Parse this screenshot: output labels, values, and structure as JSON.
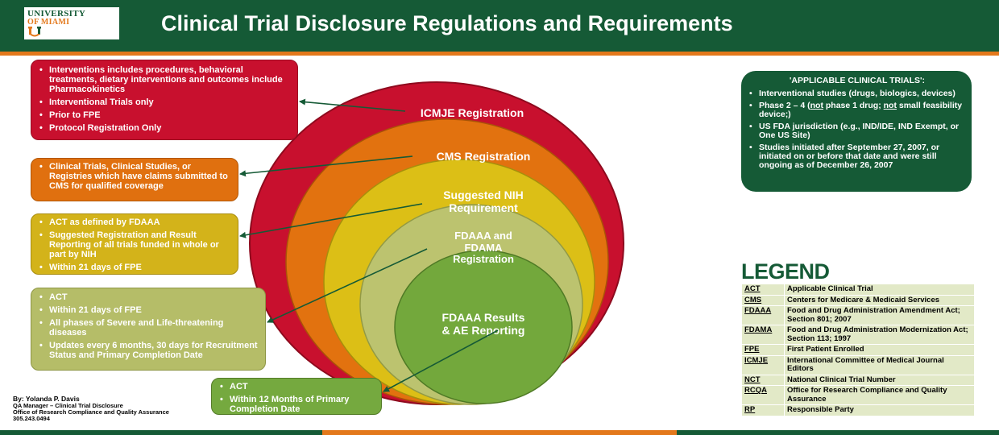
{
  "header": {
    "title": "Clinical Trial Disclosure Regulations and Requirements",
    "logo_line1": "UNIVERSITY",
    "logo_line2": "OF MIAMI"
  },
  "rings": {
    "icmje": "ICMJE Registration",
    "cms": "CMS Registration",
    "nih_line1": "Suggested NIH",
    "nih_line2": "Requirement",
    "fdama_line1": "FDAAA and",
    "fdama_line2": "FDAMA",
    "fdama_line3": "Registration",
    "results_line1": "FDAAA Results",
    "results_line2": "& AE Reporting"
  },
  "boxes": {
    "red": [
      "Interventions includes procedures, behavioral treatments, dietary interventions and outcomes include Pharmacokinetics",
      "Interventional Trials only",
      "Prior to FPE",
      "Protocol Registration Only"
    ],
    "orange": [
      "Clinical Trials, Clinical Studies, or Registries which have claims submitted to CMS for qualified coverage"
    ],
    "yellow": [
      "ACT as defined by FDAAA",
      "Suggested Registration and Result Reporting of all trials funded in whole or part by NIH",
      "Within 21 days of FPE"
    ],
    "light_green": [
      "ACT",
      "Within 21 days of FPE",
      "All phases of Severe and Life-threatening diseases",
      "Updates every 6 months, 30 days for Recruitment Status and Primary Completion Date"
    ],
    "green": [
      "ACT",
      "Within 12 Months of Primary Completion Date"
    ]
  },
  "applicable": {
    "title": "'APPLICABLE CLINICAL TRIALS':",
    "item1": "Interventional studies (drugs, biologics, devices)",
    "item2_a": "Phase 2 – 4 (",
    "item2_b": "not",
    "item2_c": " phase 1 drug; ",
    "item2_d": "not",
    "item2_e": " small feasibility device;)",
    "item3": "US FDA jurisdiction (e.g., IND/IDE, IND Exempt, or One US Site)",
    "item4": "Studies initiated after September 27, 2007, or initiated on or before that date and were still ongoing as of December 26, 2007"
  },
  "legend": {
    "heading": "LEGEND",
    "rows": [
      {
        "abbr": "ACT",
        "text": "Applicable Clinical Trial"
      },
      {
        "abbr": "CMS",
        "text": "Centers for Medicare & Medicaid Services"
      },
      {
        "abbr": "FDAAA",
        "text": "Food and Drug Administration Amendment Act; Section 801; 2007"
      },
      {
        "abbr": "FDAMA",
        "text": "Food and Drug Administration Modernization Act; Section 113; 1997"
      },
      {
        "abbr": "FPE",
        "text": "First Patient Enrolled"
      },
      {
        "abbr": "ICMJE",
        "text": "International Committee of Medical Journal Editors"
      },
      {
        "abbr": "NCT",
        "text": "National Clinical Trial Number"
      },
      {
        "abbr": "RCQA",
        "text": "Office for Research Compliance and Quality Assurance"
      },
      {
        "abbr": "RP",
        "text": "Responsible Party"
      }
    ]
  },
  "author": {
    "by": "By: Yolanda P. Davis",
    "role": "QA Manager – Clinical Trial Disclosure",
    "office": "Office of Research Compliance and Quality Assurance",
    "phone": "305.243.0494"
  },
  "colors": {
    "brand_green": "#155a36",
    "brand_orange": "#e3781b",
    "ring_red": "#c8102e",
    "ring_orange": "#e2720f",
    "ring_yellow": "#dcbf16",
    "ring_light_green": "#bcc36f",
    "ring_green": "#73a83c"
  }
}
